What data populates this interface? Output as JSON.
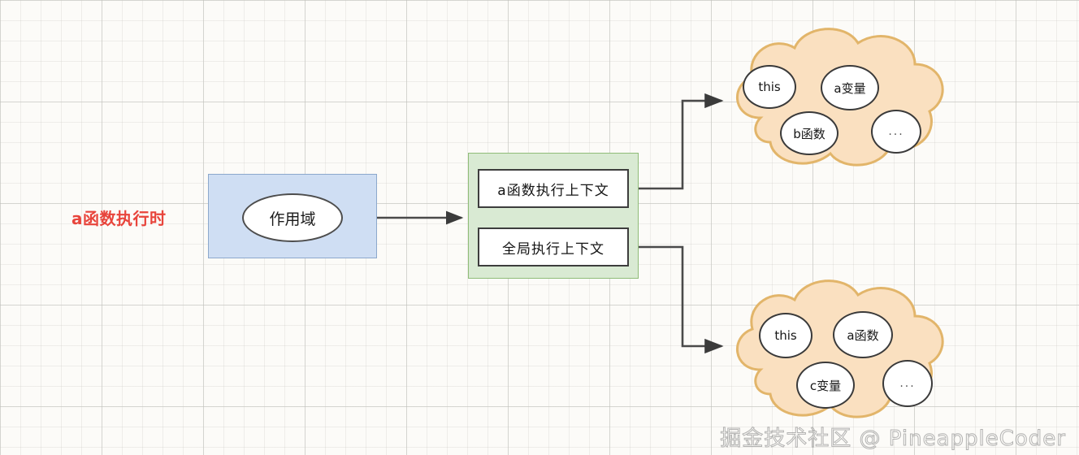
{
  "diagram": {
    "title": "a函数执行时",
    "caption": {
      "text": "a函数执行时",
      "color": "#e8453c"
    },
    "scope_box": {
      "label": "作用域",
      "fill": "#cfdef3",
      "border": "#8ca8cc"
    },
    "context_stack": {
      "fill": "#d9ead3",
      "border": "#8fbc78",
      "items": [
        {
          "label": "a函数执行上下文"
        },
        {
          "label": "全局执行上下文"
        }
      ]
    },
    "clouds": [
      {
        "name": "function-context-cloud",
        "fill": "#fae0c0",
        "border": "#e2b56a",
        "bubbles": [
          {
            "label": "this"
          },
          {
            "label": "a变量"
          },
          {
            "label": "b函数"
          },
          {
            "label": "..."
          }
        ]
      },
      {
        "name": "global-context-cloud",
        "fill": "#fae0c0",
        "border": "#e2b56a",
        "bubbles": [
          {
            "label": "this"
          },
          {
            "label": "a函数"
          },
          {
            "label": "c变量"
          },
          {
            "label": "..."
          }
        ]
      }
    ],
    "connectors": [
      {
        "name": "scope-to-stack",
        "from": "作用域",
        "to": "执行上下文栈"
      },
      {
        "name": "a-context-to-cloud",
        "from": "a函数执行上下文",
        "to": "function-context-cloud"
      },
      {
        "name": "global-context-to-cloud",
        "from": "全局执行上下文",
        "to": "global-context-cloud"
      }
    ],
    "watermark": "掘金技术社区 @ PineappleCoder"
  }
}
